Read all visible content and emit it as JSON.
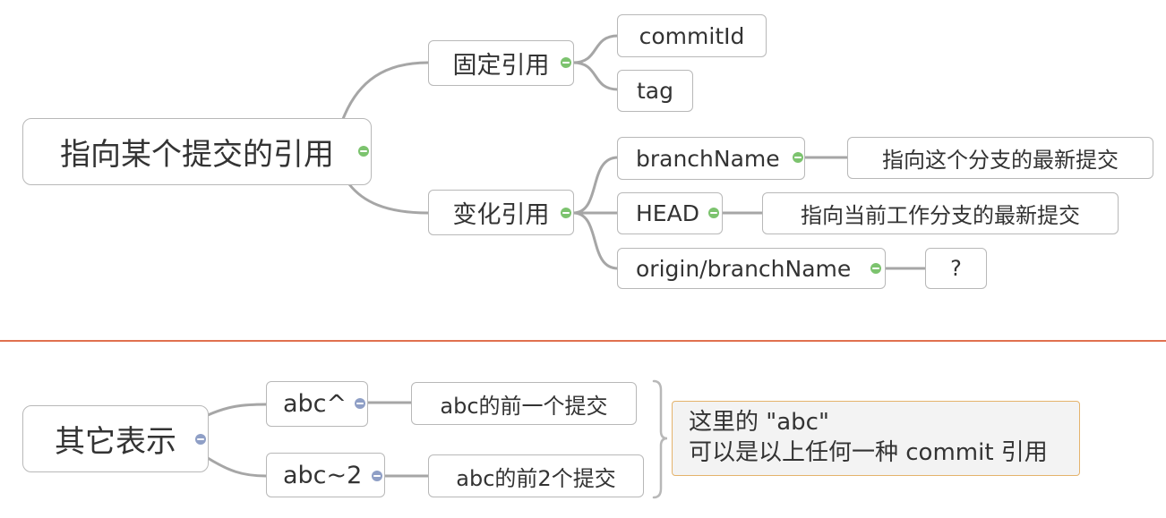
{
  "diagram": {
    "section1": {
      "root": "指向某个提交的引用",
      "fixed": {
        "label": "固定引用",
        "children": [
          "commitId",
          "tag"
        ]
      },
      "changing": {
        "label": "变化引用",
        "children": [
          {
            "label": "branchName",
            "note": "指向这个分支的最新提交"
          },
          {
            "label": "HEAD",
            "note": "指向当前工作分支的最新提交"
          },
          {
            "label": "origin/branchName",
            "note": "?"
          }
        ]
      }
    },
    "section2": {
      "root": "其它表示",
      "children": [
        {
          "label": "abc^",
          "note": "abc的前一个提交"
        },
        {
          "label": "abc~2",
          "note": "abc的前2个提交"
        }
      ],
      "callout": {
        "line1": "这里的 \"abc\"",
        "line2": "可以是以上任何一种 commit 引用"
      }
    }
  },
  "colors": {
    "connector": "#a6a6a6",
    "toggle_green": "#7cc36e",
    "toggle_blue": "#8f9fc6",
    "separator": "#e0714f",
    "callout_border": "#e4b36c",
    "callout_fill": "#f3f3f3"
  }
}
